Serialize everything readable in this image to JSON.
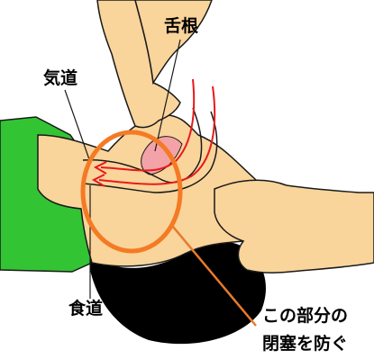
{
  "labels": {
    "tongue_root": "舌根",
    "airway": "気道",
    "esophagus": "食道",
    "note_line1": "この部分の",
    "note_line2": "閉塞を防ぐ"
  },
  "colors": {
    "skin": "#F9D49B",
    "outline": "#1A1A1A",
    "shirt": "#33C433",
    "hair": "#000000",
    "airflow_arrows": "#E8191B",
    "highlight_circle": "#F47A24",
    "pointer_line": "#E97A2A",
    "tongue_pink": "#F3A2A8",
    "background": "#FFFFFF"
  },
  "icons": {
    "highlight": "orange-circle-highlight",
    "arrows": "red-airflow-arrows"
  }
}
